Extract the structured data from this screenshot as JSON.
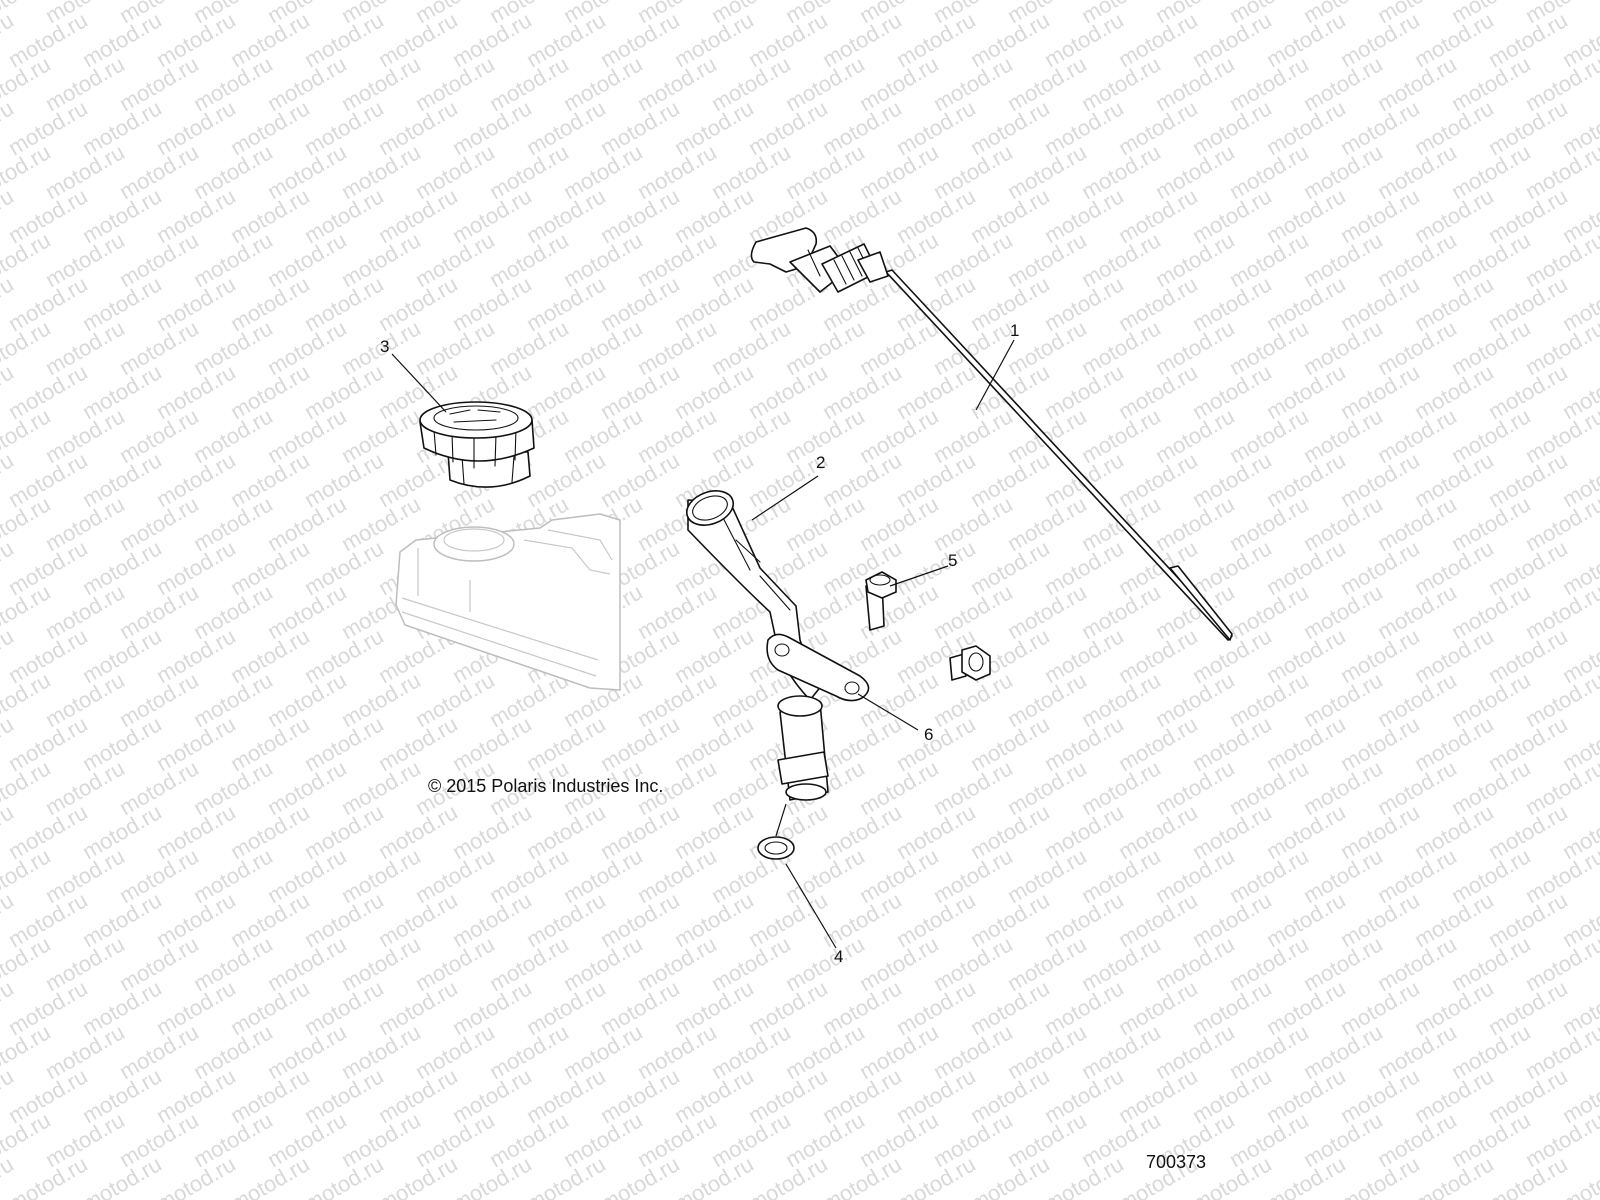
{
  "watermark": {
    "text": "motod.ru"
  },
  "diagram": {
    "callouts": [
      {
        "id": "1",
        "label": "1",
        "part": "oil-dipstick"
      },
      {
        "id": "2",
        "label": "2",
        "part": "dipstick-tube"
      },
      {
        "id": "3",
        "label": "3",
        "part": "oil-fill-cap"
      },
      {
        "id": "4",
        "label": "4",
        "part": "o-ring"
      },
      {
        "id": "5",
        "label": "5",
        "part": "flange-bolts"
      },
      {
        "id": "6",
        "label": "6",
        "part": "mounting-bracket"
      }
    ],
    "copyright": "© 2015 Polaris Industries Inc.",
    "figure_number": "700373"
  }
}
